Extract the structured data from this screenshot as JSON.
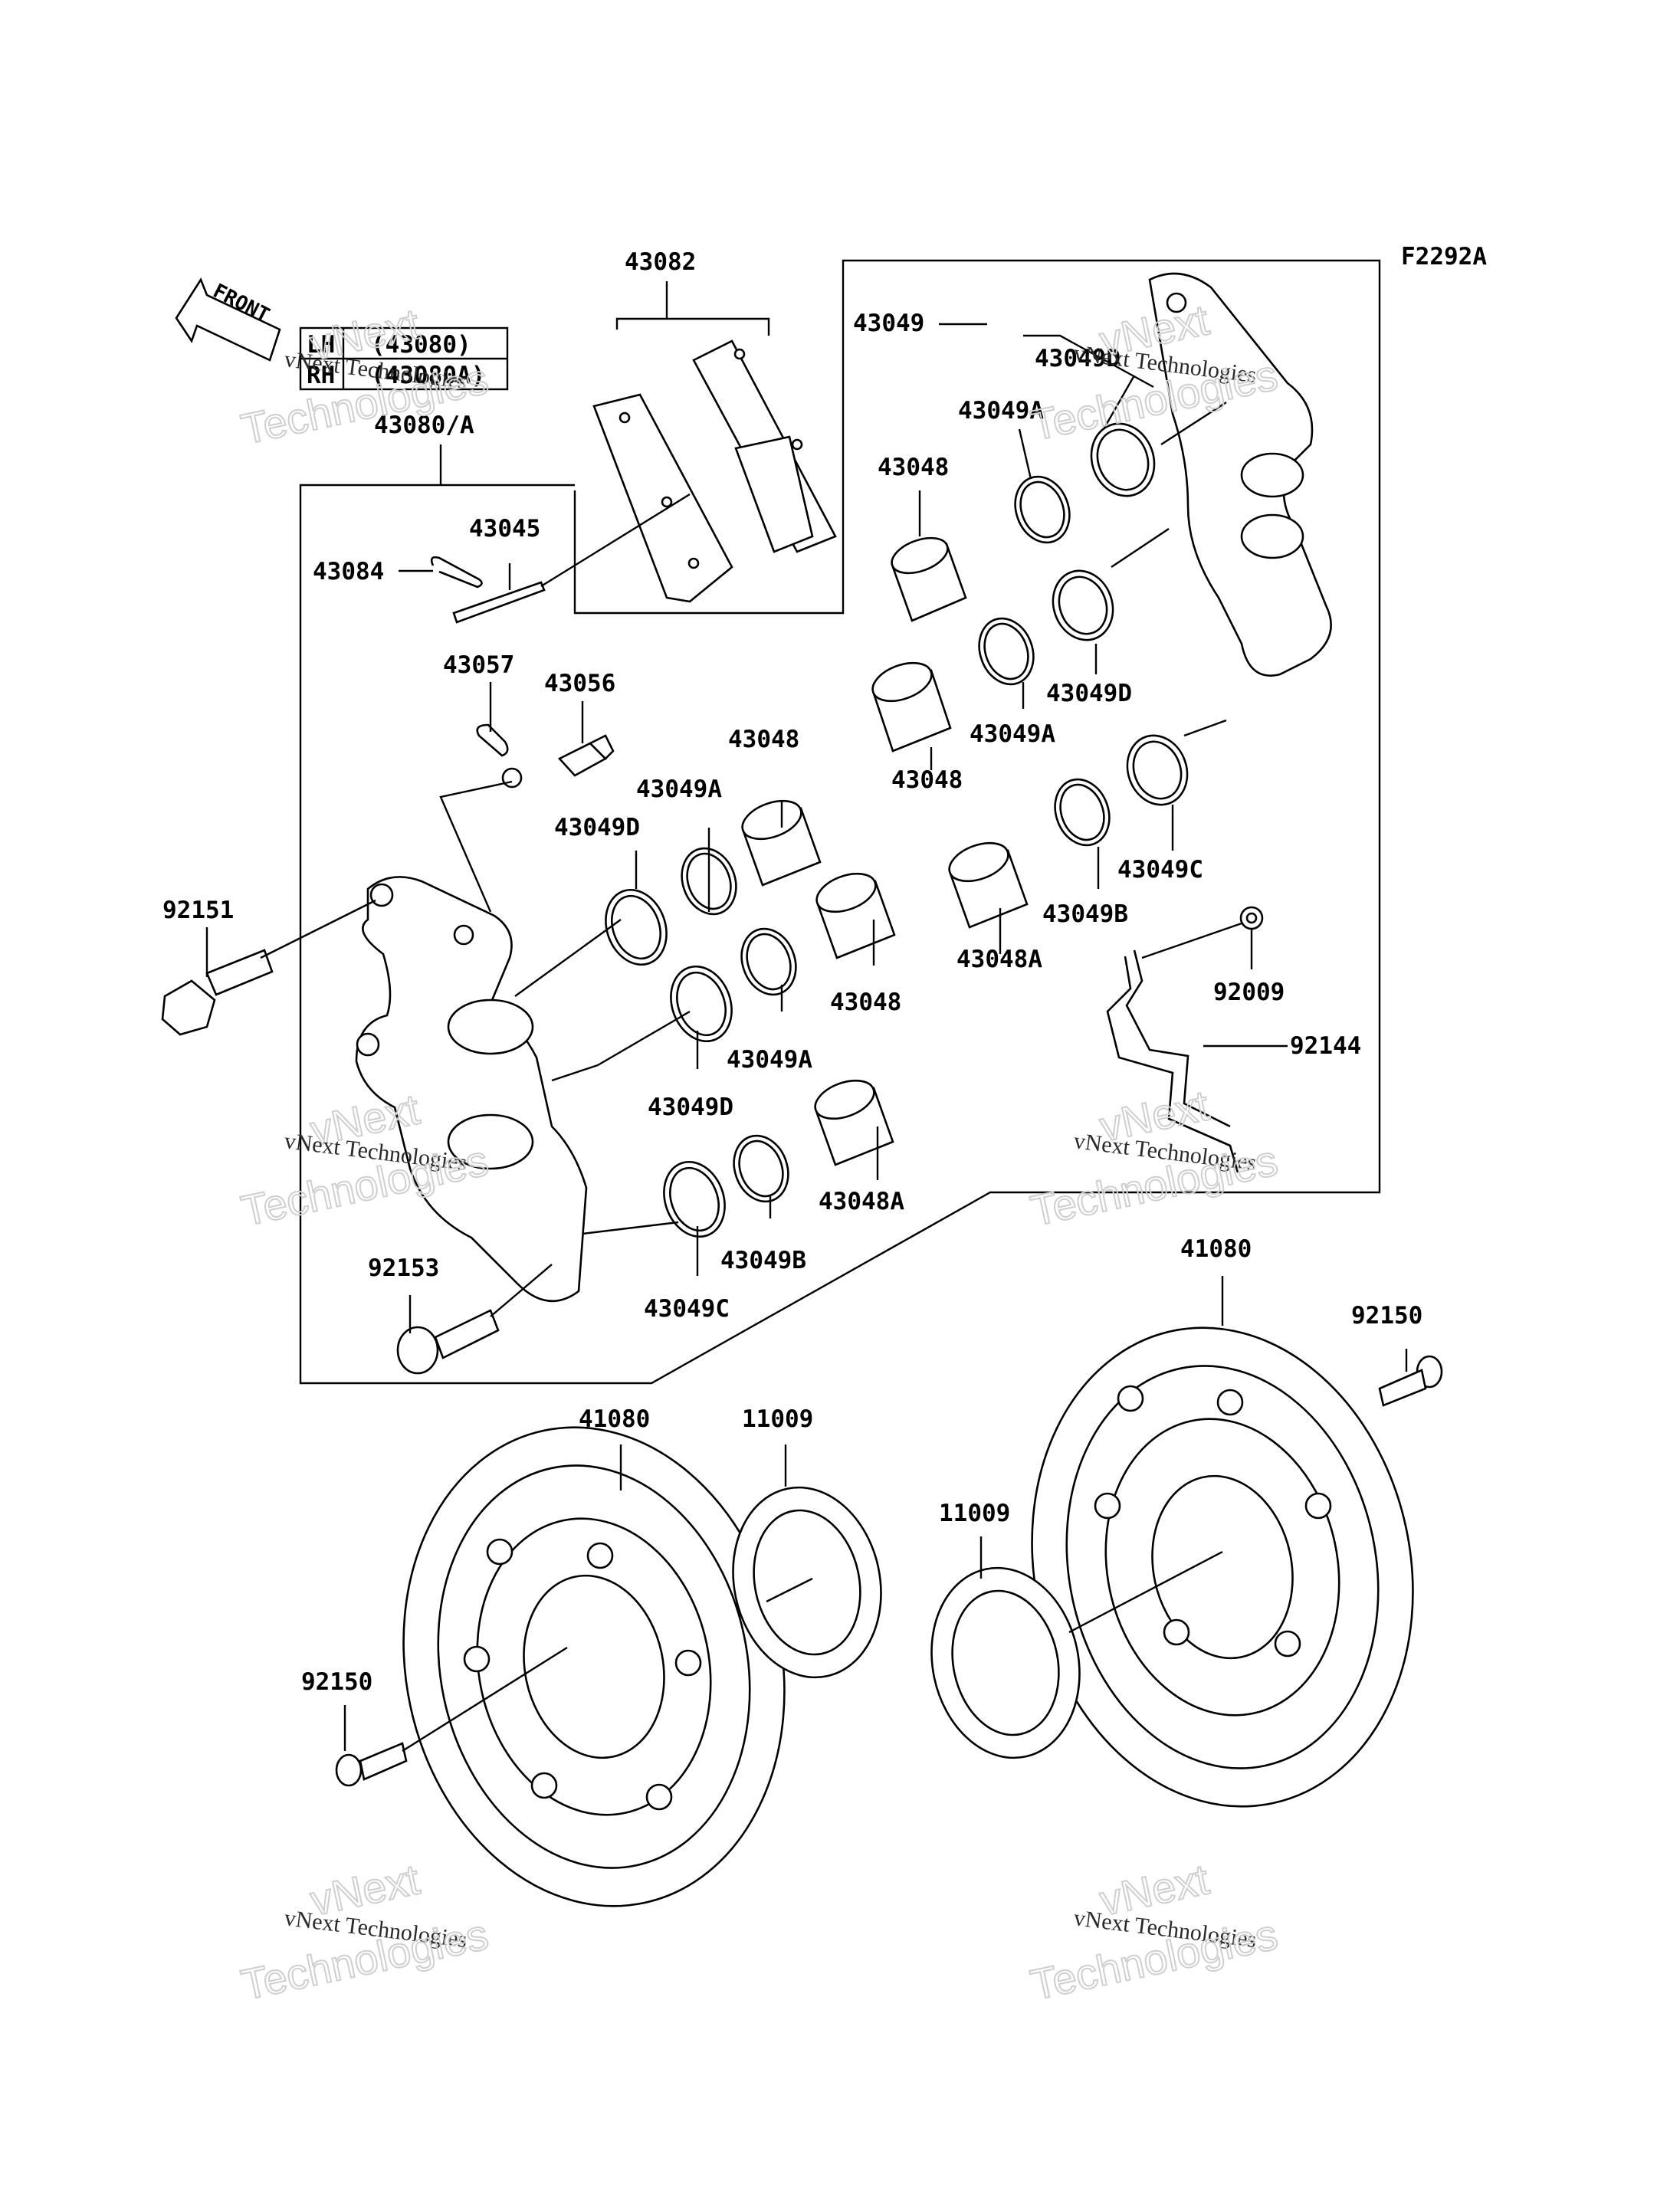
{
  "figure_code": "F2292A",
  "front_label": "FRONT",
  "side_table": [
    {
      "side": "LH",
      "part": "(43080)"
    },
    {
      "side": "RH",
      "part": "(43080A)"
    }
  ],
  "watermark": {
    "line1": "vNext",
    "line2": "vNext Technologies",
    "line3": "Technologies"
  },
  "callouts": {
    "c43082": "43082",
    "c43049_top": "43049",
    "c43049D_1": "43049D",
    "c43080A": "43080/A",
    "c43049A_1": "43049A",
    "c43048_1": "43048",
    "c43045": "43045",
    "c43084": "43084",
    "c43049D_2": "43049D",
    "c43057": "43057",
    "c43056": "43056",
    "c43049A_2": "43049A",
    "c43048_2": "43048",
    "c43048_3": "43048",
    "c43049A_3": "43049A",
    "c43049D_3": "43049D",
    "c43049C_1": "43049C",
    "c92151": "92151",
    "c43049B_1": "43049B",
    "c43048A_1": "43048A",
    "c43048_4": "43048",
    "c92009": "92009",
    "c43049A_4": "43049A",
    "c92144": "92144",
    "c43049D_4": "43049D",
    "c43048A_2": "43048A",
    "c92153": "92153",
    "c43049B_2": "43049B",
    "c43049C_2": "43049C",
    "c41080_r": "41080",
    "c92150_r": "92150",
    "c41080_l": "41080",
    "c11009_l": "11009",
    "c11009_r": "11009",
    "c92150_l": "92150"
  }
}
